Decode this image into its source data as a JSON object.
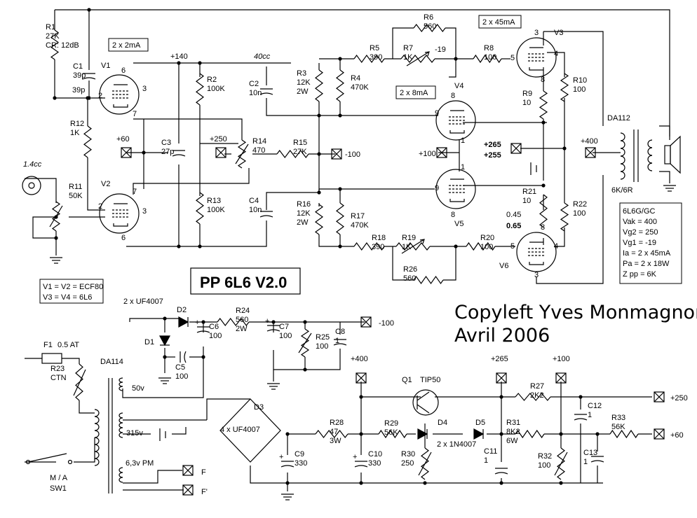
{
  "title": "PP 6L6 V2.0",
  "credit": [
    "Copyleft Yves Monmagnon",
    "Avril 2006"
  ],
  "tube_legend": [
    "V1 = V2 = ECF80",
    "V3 = V4 = 6L6"
  ],
  "specs": [
    "6L6G/GC",
    "Vak = 400",
    "Vg2 = 250",
    "Vg1 = -19",
    "Ia = 2 x 45mA",
    "Pa = 2 x 18W",
    "Z pp = 6K"
  ],
  "current_boxes": [
    "2 x 2mA",
    "2 x 8mA",
    "2 x 45mA"
  ],
  "output_transformer": {
    "name": "DA112",
    "ratio": "6K/6R"
  },
  "power_transformer": "DA114",
  "diode_pairs": [
    "2 x UF4007",
    "4 x UF4007",
    "2 x  1N4007"
  ],
  "rails": [
    "+140",
    "+400",
    "+265",
    "+255",
    "+250",
    "+100",
    "+60",
    "-100",
    "-19",
    "40cc",
    "1.4cc"
  ],
  "winding_labels": [
    "50v",
    "315v",
    "6,3v PM",
    "F",
    "F'"
  ],
  "fuse": {
    "ref": "F1",
    "value": "0.5 AT"
  },
  "switch": {
    "ref": "SW1",
    "label": "M / A"
  },
  "regulator": {
    "ref": "Q1",
    "part": "TIP50"
  },
  "bias_current": [
    "0.45",
    "0.65"
  ],
  "tubes": [
    "V1",
    "V2",
    "V3",
    "V4",
    "V5",
    "V6"
  ],
  "pins": [
    "6",
    "3",
    "7",
    "2",
    "8",
    "9",
    "1",
    "5",
    "4"
  ],
  "components": [
    {
      "ref": "R1",
      "value": "27K",
      "note": "CR: 12dB"
    },
    {
      "ref": "C1",
      "value": "39p"
    },
    {
      "ref": "R12",
      "value": "1K"
    },
    {
      "ref": "R11",
      "value": "50K"
    },
    {
      "ref": "R2",
      "value": "100K"
    },
    {
      "ref": "R13",
      "value": "100K"
    },
    {
      "ref": "C3",
      "value": "27p"
    },
    {
      "ref": "R14",
      "value": "470"
    },
    {
      "ref": "R15",
      "value": "27K"
    },
    {
      "ref": "C2",
      "value": "10n"
    },
    {
      "ref": "C4",
      "value": "10n"
    },
    {
      "ref": "R3",
      "value": "12K",
      "note": "2W"
    },
    {
      "ref": "R4",
      "value": "470K"
    },
    {
      "ref": "R16",
      "value": "12K",
      "note": "2W"
    },
    {
      "ref": "R17",
      "value": "470K"
    },
    {
      "ref": "R5",
      "value": "390"
    },
    {
      "ref": "R6",
      "value": "560"
    },
    {
      "ref": "R7",
      "value": "1K"
    },
    {
      "ref": "R8",
      "value": "100"
    },
    {
      "ref": "R18",
      "value": "390"
    },
    {
      "ref": "R19",
      "value": "1K"
    },
    {
      "ref": "R26",
      "value": "560"
    },
    {
      "ref": "R20",
      "value": "100"
    },
    {
      "ref": "R9",
      "value": "10"
    },
    {
      "ref": "R10",
      "value": "100"
    },
    {
      "ref": "R21",
      "value": "10"
    },
    {
      "ref": "R22",
      "value": "100"
    },
    {
      "ref": "R24",
      "value": "560",
      "note": "2W"
    },
    {
      "ref": "C6",
      "value": "100"
    },
    {
      "ref": "C5",
      "value": "100"
    },
    {
      "ref": "C7",
      "value": "100"
    },
    {
      "ref": "R25",
      "value": "100"
    },
    {
      "ref": "C8",
      "value": "1"
    },
    {
      "ref": "R23",
      "value": "CTN"
    },
    {
      "ref": "D1"
    },
    {
      "ref": "D2"
    },
    {
      "ref": "D3"
    },
    {
      "ref": "D4"
    },
    {
      "ref": "D5"
    },
    {
      "ref": "C9",
      "value": "330"
    },
    {
      "ref": "R28",
      "value": "47",
      "note": "3W"
    },
    {
      "ref": "C10",
      "value": "330"
    },
    {
      "ref": "R29",
      "value": "56K"
    },
    {
      "ref": "R30",
      "value": "250"
    },
    {
      "ref": "C11",
      "value": "1"
    },
    {
      "ref": "R31",
      "value": "8K2",
      "note": "6W"
    },
    {
      "ref": "R32",
      "value": "100"
    },
    {
      "ref": "R27",
      "value": "2K2"
    },
    {
      "ref": "C12",
      "value": "1"
    },
    {
      "ref": "R33",
      "value": "56K"
    },
    {
      "ref": "C13",
      "value": "1"
    }
  ]
}
